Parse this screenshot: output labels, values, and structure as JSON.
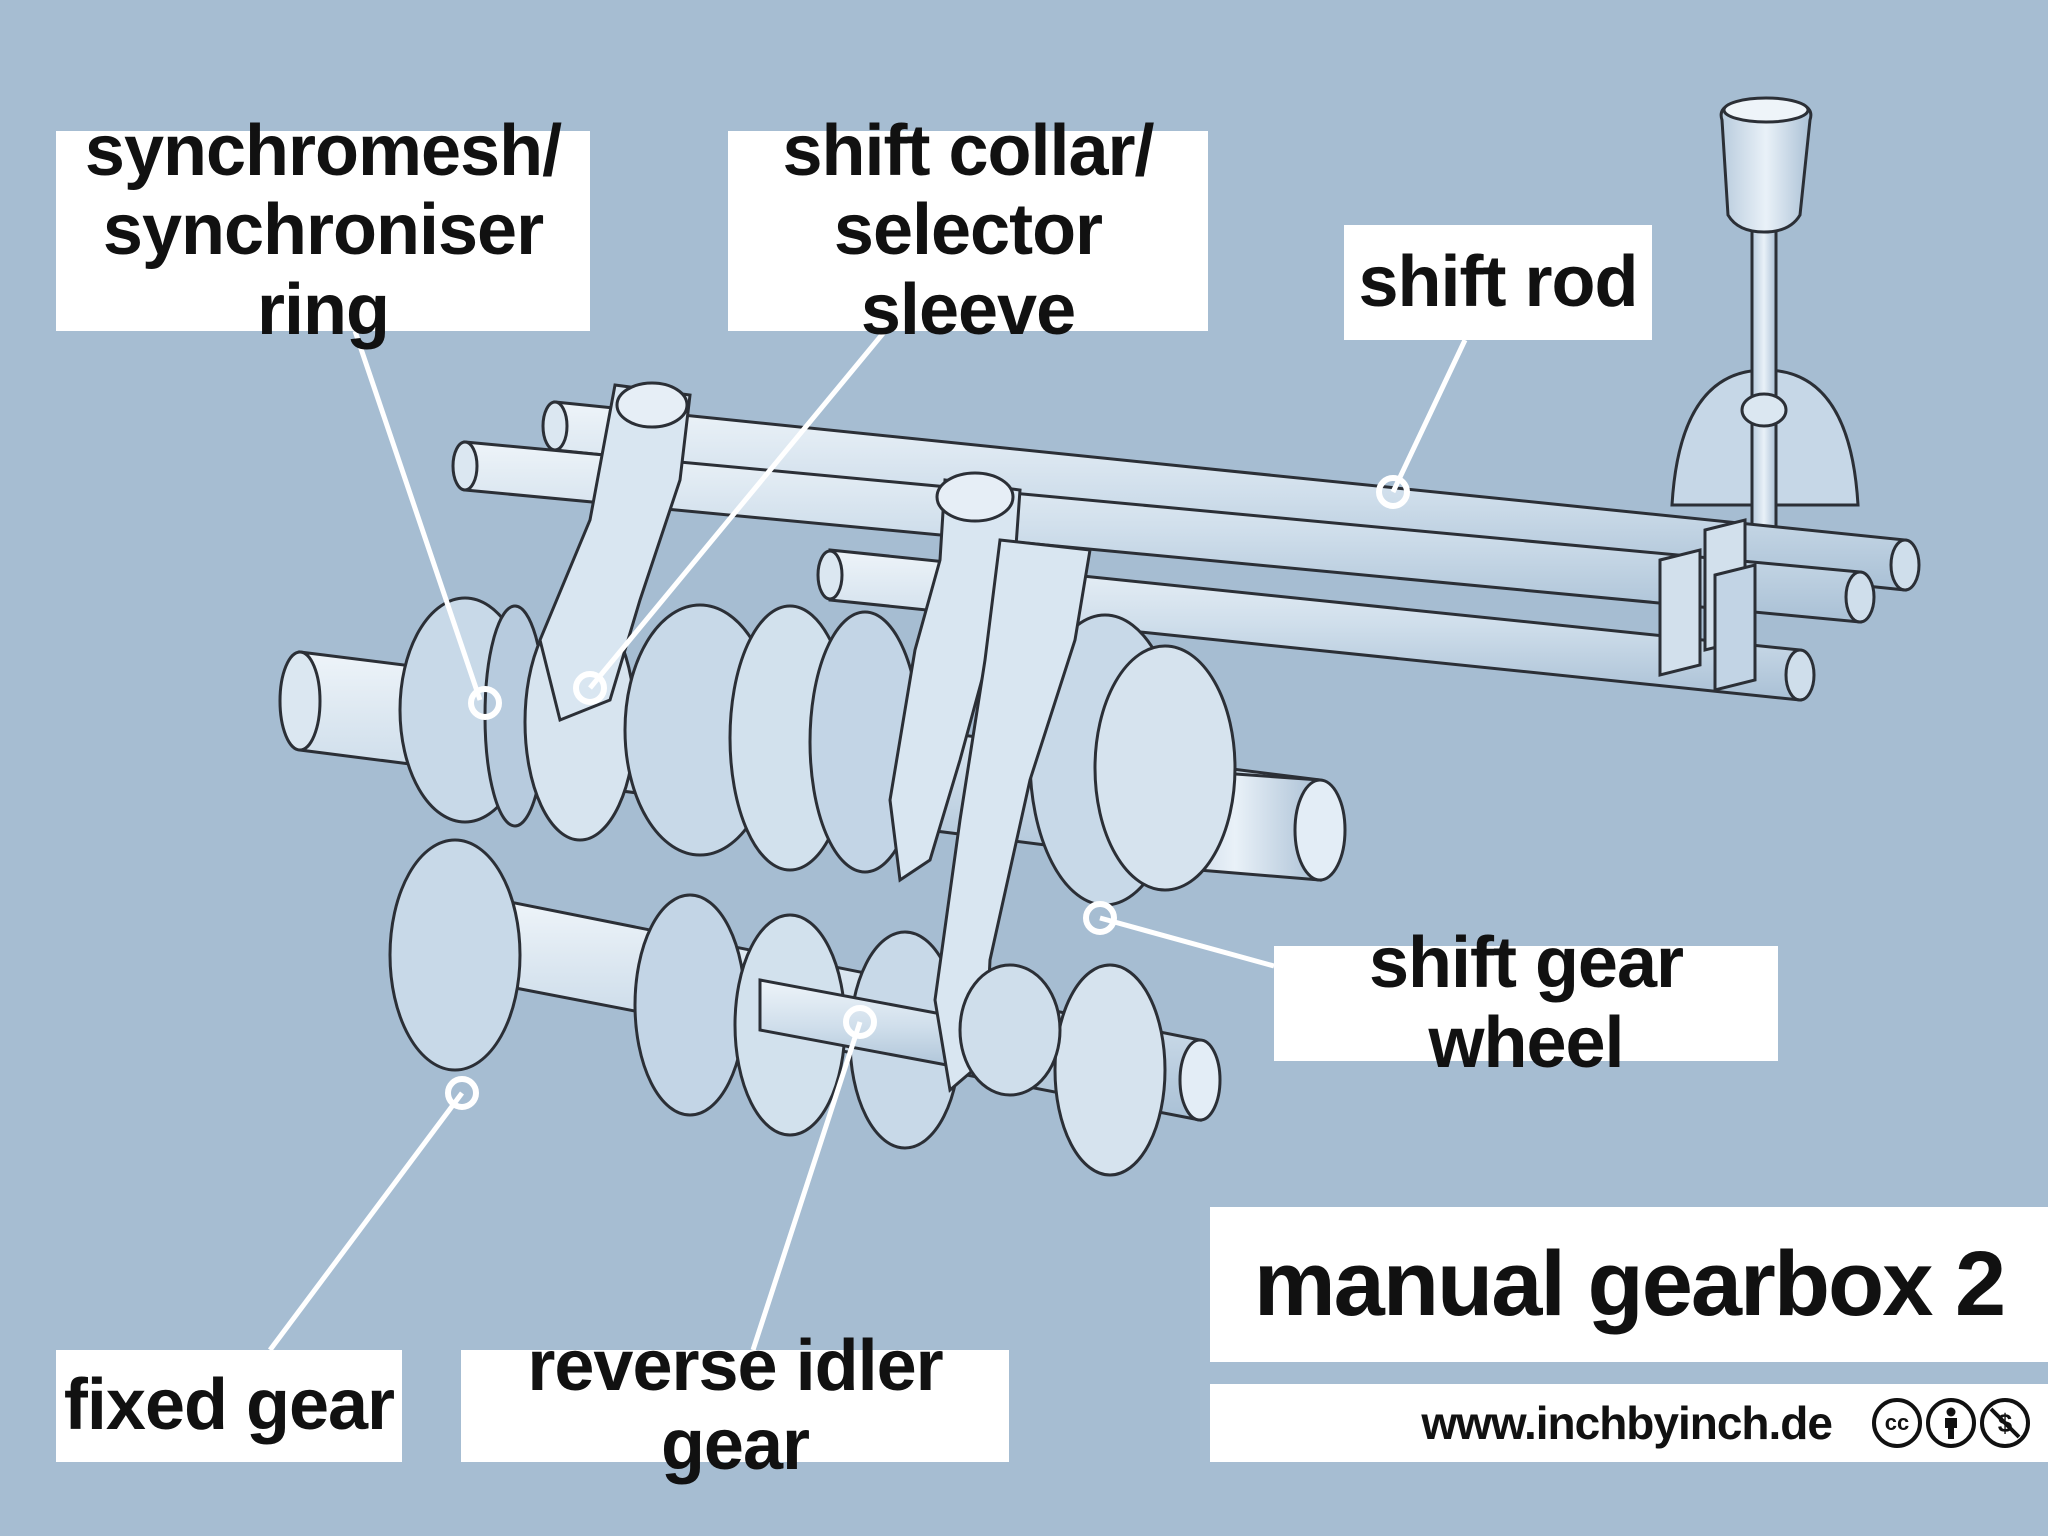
{
  "labels": {
    "synchromesh": [
      "synchromesh/",
      "synchroniser ring"
    ],
    "shift_collar": [
      "shift collar/",
      "selector sleeve"
    ],
    "shift_rod": "shift rod",
    "shift_gear_wheel": "shift gear wheel",
    "fixed_gear": "fixed gear",
    "reverse_idler_gear": "reverse idler gear"
  },
  "title": "manual gearbox 2",
  "footer": {
    "url": "www.inchbyinch.de",
    "license_icons": [
      "cc-icon",
      "attribution-icon",
      "noncommercial-icon"
    ],
    "cc_text": "cc"
  },
  "colors": {
    "background": "#a6bdd2",
    "metal_light": "#dbe7f1",
    "metal_mid": "#b9cde0",
    "outline": "#2b2f36"
  }
}
